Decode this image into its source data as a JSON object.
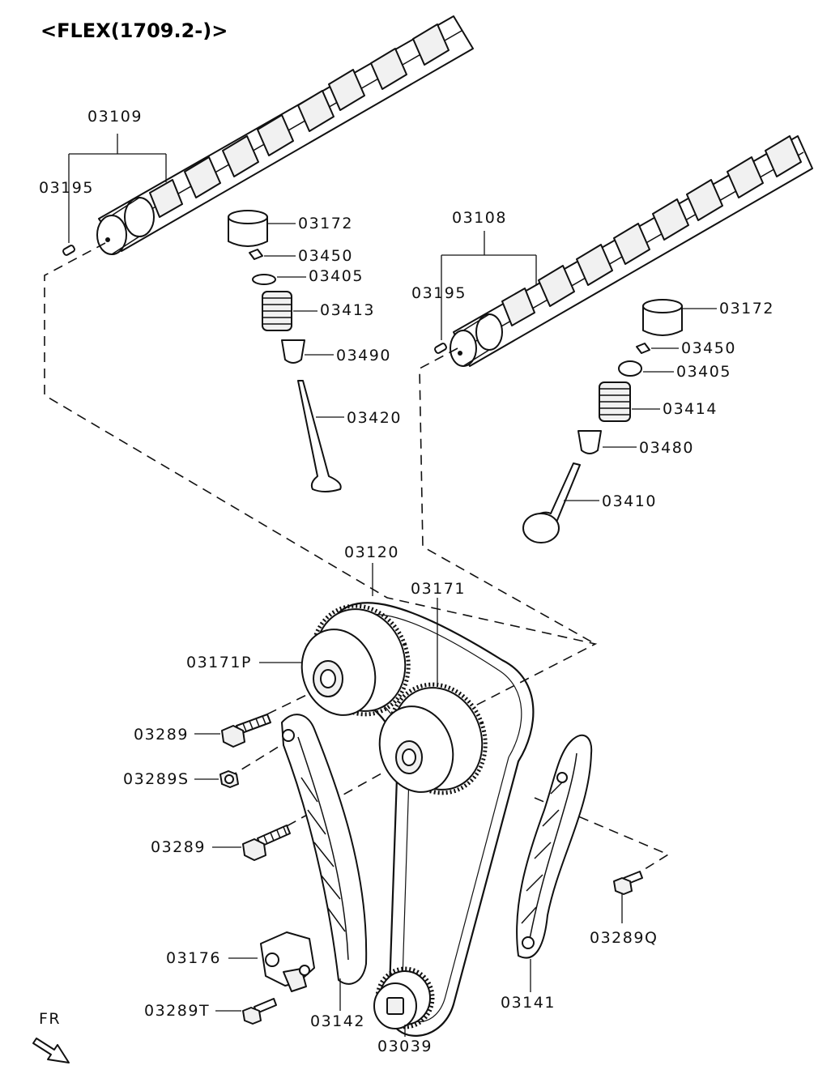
{
  "title": "<FLEX(1709.2-)>",
  "labels": {
    "p03109": "03109",
    "p03195_l": "03195",
    "p03172_l": "03172",
    "p03450_l": "03450",
    "p03405_l": "03405",
    "p03413": "03413",
    "p03490": "03490",
    "p03420": "03420",
    "p03108": "03108",
    "p03195_r": "03195",
    "p03172_r": "03172",
    "p03450_r": "03450",
    "p03405_r": "03405",
    "p03414": "03414",
    "p03480": "03480",
    "p03410": "03410",
    "p03120": "03120",
    "p03171": "03171",
    "p03171P": "03171P",
    "p03289_a": "03289",
    "p03289S": "03289S",
    "p03289_b": "03289",
    "p03176": "03176",
    "p03289T": "03289T",
    "p03142": "03142",
    "p03039": "03039",
    "p03141": "03141",
    "p03289Q": "03289Q"
  },
  "direction_label": "FR"
}
